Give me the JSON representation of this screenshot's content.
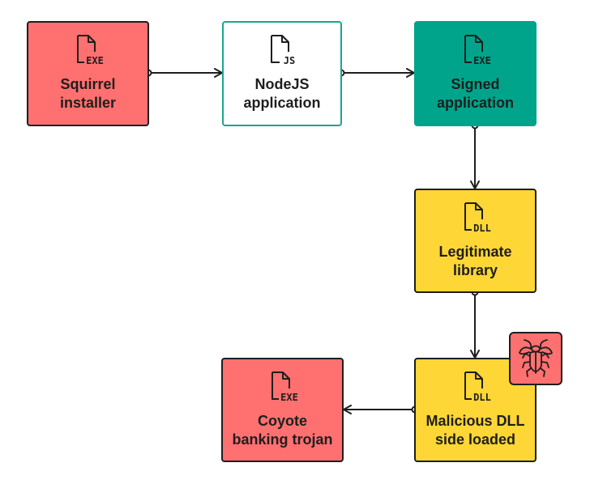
{
  "nodes": [
    {
      "id": "squirrel",
      "label_line1": "Squirrel",
      "label_line2": "installer",
      "icon": "exe-file-icon",
      "icon_text": "EXE",
      "color": "#ff7070"
    },
    {
      "id": "nodejs",
      "label_line1": "NodeJS",
      "label_line2": "application",
      "icon": "js-file-icon",
      "icon_text": "JS",
      "color": "#ffffff"
    },
    {
      "id": "signed",
      "label_line1": "Signed",
      "label_line2": "application",
      "icon": "exe-file-icon",
      "icon_text": "EXE",
      "color": "#00a48b"
    },
    {
      "id": "legit",
      "label_line1": "Legitimate",
      "label_line2": "library",
      "icon": "dll-file-icon",
      "icon_text": "DLL",
      "color": "#fed636"
    },
    {
      "id": "malicious",
      "label_line1": "Malicious DLL",
      "label_line2": "side loaded",
      "icon": "dll-file-icon",
      "icon_text": "DLL",
      "color": "#fed636"
    },
    {
      "id": "coyote",
      "label_line1": "Coyote",
      "label_line2": "banking trojan",
      "icon": "exe-file-icon",
      "icon_text": "EXE",
      "color": "#ff7070"
    }
  ],
  "edges": [
    {
      "from": "squirrel",
      "to": "nodejs"
    },
    {
      "from": "nodejs",
      "to": "signed"
    },
    {
      "from": "signed",
      "to": "legit"
    },
    {
      "from": "legit",
      "to": "malicious"
    },
    {
      "from": "malicious",
      "to": "coyote"
    }
  ],
  "badge": {
    "icon": "bug-icon",
    "attached_to": "malicious",
    "color": "#ff7070"
  }
}
